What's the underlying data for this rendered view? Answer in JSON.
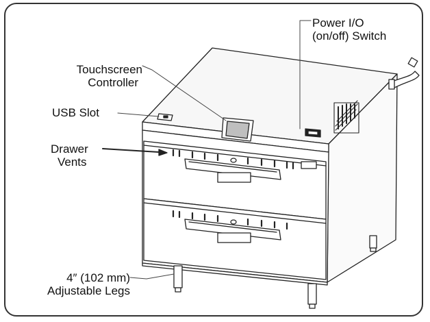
{
  "callouts": {
    "power_switch": {
      "line1": "Power I/O",
      "line2": "(on/off) Switch"
    },
    "touchscreen": {
      "line1": "Touchscreen",
      "line2": "Controller"
    },
    "usb_slot": {
      "line1": "USB Slot"
    },
    "drawer_vents": {
      "line1": "Drawer",
      "line2": "Vents"
    },
    "legs": {
      "line1": "4″ (102 mm)",
      "line2": "Adjustable Legs"
    }
  }
}
